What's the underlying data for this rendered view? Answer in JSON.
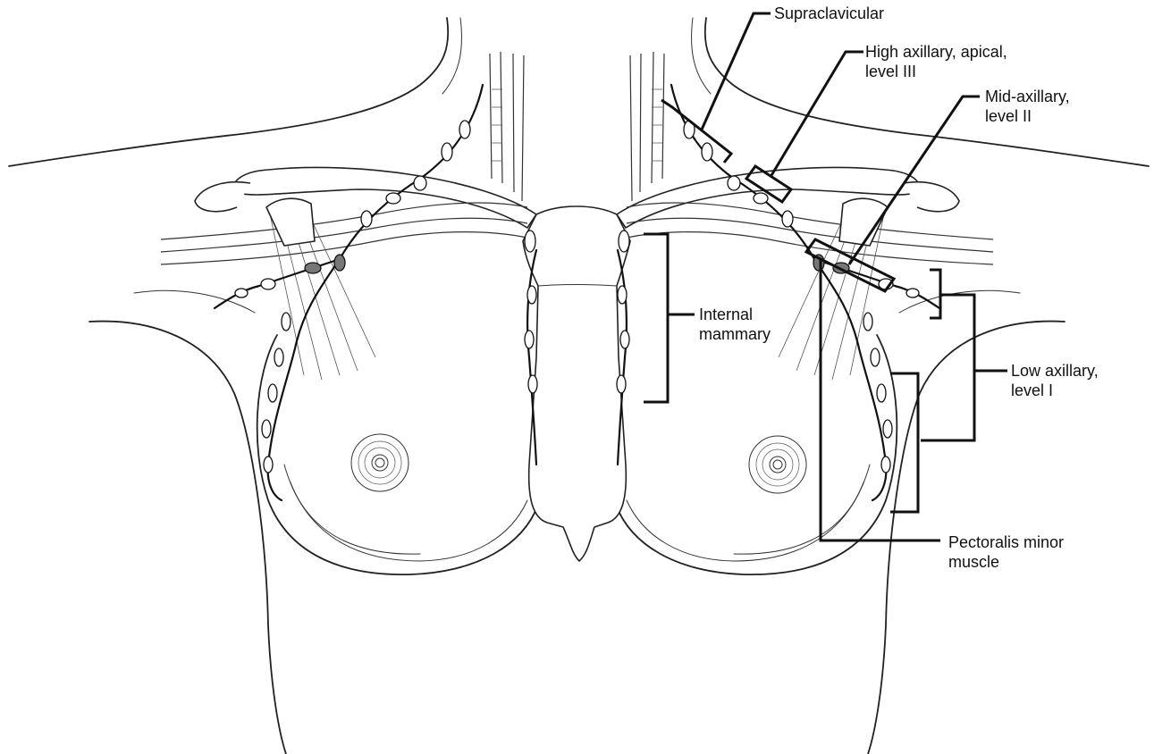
{
  "labels": {
    "supraclavicular": {
      "line1": "Supraclavicular",
      "line2": ""
    },
    "high_axillary": {
      "line1": "High axillary, apical,",
      "line2": "level III"
    },
    "mid_axillary": {
      "line1": "Mid-axillary,",
      "line2": "level II"
    },
    "internal_mammary": {
      "line1": "Internal",
      "line2": "mammary"
    },
    "low_axillary": {
      "line1": "Low axillary,",
      "line2": "level I"
    },
    "pectoralis_minor": {
      "line1": "Pectoralis minor",
      "line2": "muscle"
    }
  },
  "colors": {
    "ink": "#111111",
    "node_fill": "#ffffff",
    "shaded_node": "#777777",
    "background": "#ffffff"
  }
}
